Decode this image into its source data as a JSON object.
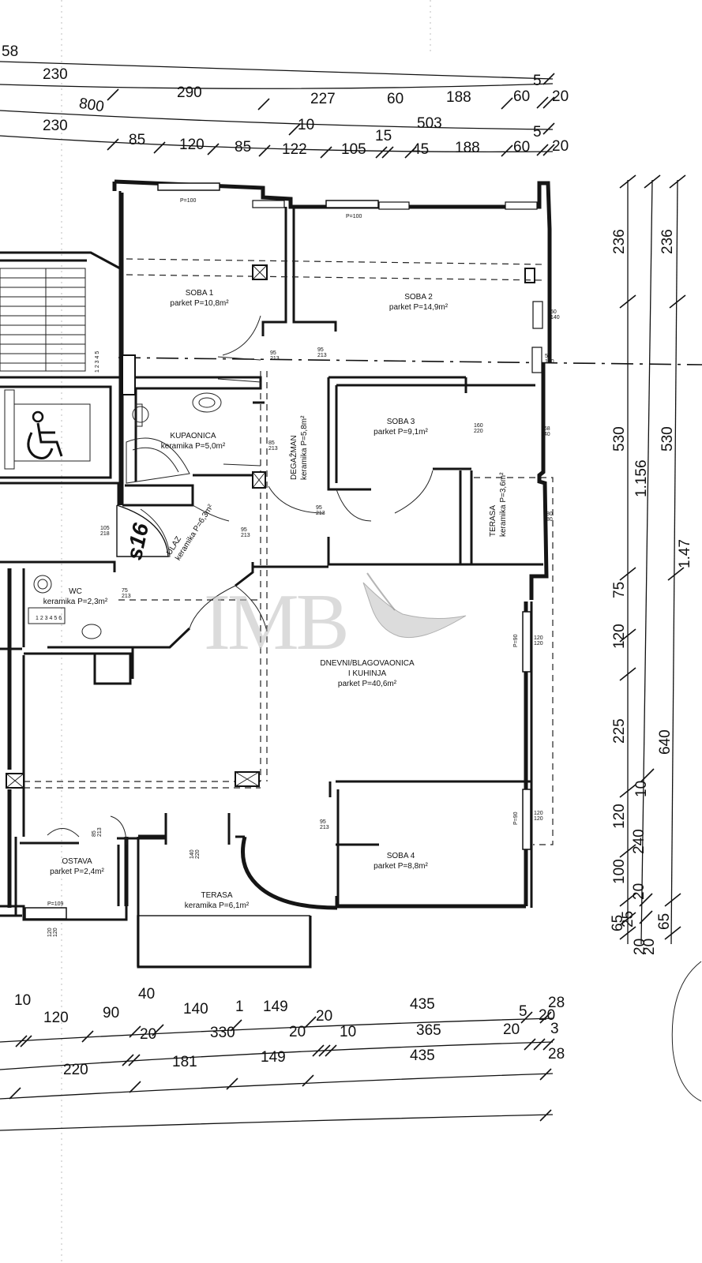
{
  "top_dimensions": {
    "row1": [
      "58"
    ],
    "row2": [
      "230",
      "290",
      "227",
      "60",
      "188",
      "60",
      "5",
      "20"
    ],
    "row3": [
      "800",
      "10",
      "503",
      "5"
    ],
    "row4": [
      "230",
      "85",
      "120",
      "85",
      "122",
      "105",
      "15",
      "45",
      "188",
      "60",
      "20"
    ]
  },
  "bottom_dimensions": {
    "row1": [
      "10",
      "40",
      "120",
      "90",
      "140",
      "1",
      "149",
      "20",
      "435",
      "5",
      "20",
      "28"
    ],
    "row2": [
      "20",
      "330",
      "20",
      "10",
      "365",
      "20",
      "3"
    ],
    "row3": [
      "220",
      "181",
      "149",
      "435",
      "28"
    ]
  },
  "right_dimensions": {
    "col1": [
      "236",
      "530",
      "75",
      "120",
      "225",
      "120",
      "100",
      "65",
      "25",
      "20"
    ],
    "col2": [
      "1.156",
      "10",
      "240",
      "20",
      "20"
    ],
    "col3": [
      "236",
      "530",
      "640",
      "65",
      "1.47"
    ]
  },
  "rooms": {
    "soba1": {
      "name": "SOBA 1",
      "area": "parket P=10,8m²"
    },
    "soba2": {
      "name": "SOBA 2",
      "area": "parket P=14,9m²"
    },
    "soba3": {
      "name": "SOBA 3",
      "area": "parket P=9,1m²"
    },
    "soba4": {
      "name": "SOBA 4",
      "area": "parket P=8,8m²"
    },
    "kupaonica": {
      "name": "KUPAONICA",
      "area": "keramika P=5,0m²"
    },
    "degazman": {
      "name": "DEGAŽMAN",
      "area": "keramika P=5,8m²"
    },
    "terasa_small": {
      "name": "TERASA",
      "area": "keramika P=3,6m²"
    },
    "ulaz": {
      "name": "ULAZ",
      "area": "keramika P=6,3m²"
    },
    "wc": {
      "name": "WC",
      "area": "keramika P=2,3m²"
    },
    "dnevni": {
      "line1": "DNEVNI/BLAGOVAONICA",
      "line2": "I KUHINJA",
      "area": "parket P=40,6m²"
    },
    "ostava": {
      "name": "OSTAVA",
      "area": "parket P=2,4m²"
    },
    "terasa": {
      "name": "TERASA",
      "area": "keramika P=6,1m²"
    }
  },
  "door_labels": {
    "d1": [
      "95",
      "213"
    ],
    "d2": [
      "95",
      "213"
    ],
    "d3": [
      "85",
      "213"
    ],
    "d4": [
      "95",
      "213"
    ],
    "d5": [
      "95",
      "213"
    ],
    "d6": [
      "105",
      "218"
    ],
    "d7": [
      "75",
      "213"
    ],
    "d8": [
      "95",
      "213"
    ],
    "d9": [
      "85",
      "213"
    ],
    "d10": [
      "140",
      "220"
    ],
    "d11": [
      "160",
      "220"
    ]
  },
  "window_labels": {
    "w1": "P=100",
    "w2": "P=100",
    "w3": "P=109",
    "w4": "P=90",
    "w5": "P=90",
    "w6": [
      "50",
      "140"
    ],
    "w7": [
      "50",
      "140"
    ],
    "w8": [
      "168",
      "140"
    ],
    "w9": [
      "80",
      "80"
    ],
    "w10": [
      "120",
      "120"
    ],
    "w11": [
      "120",
      "120"
    ],
    "w12": [
      "120",
      "120"
    ]
  },
  "stair_steps": "1 2 3 4 5",
  "wc_steps": "1 2 3 4 5 6",
  "section_mark": "s16",
  "watermark": "IMB"
}
